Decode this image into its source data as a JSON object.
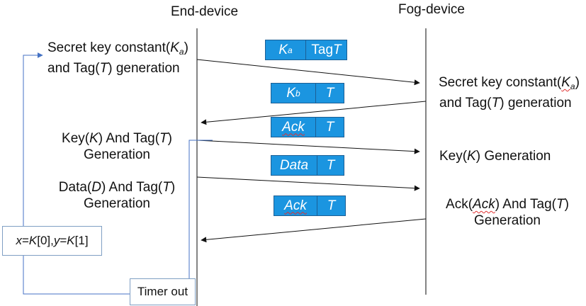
{
  "headers": {
    "end_device": "End-device",
    "fog_device": "Fog-device"
  },
  "end_labels": {
    "secret_line1_pre": "Secret key constant(",
    "secret_sym": "K",
    "secret_sub": "a",
    "secret_line1_post": ")",
    "secret_line2_pre": "and Tag(",
    "secret_line2_sym": "T",
    "secret_line2_post": ") generation",
    "key_line1_a": "Key(",
    "key_line1_k": "K",
    "key_line1_b": ") And Tag(",
    "key_line1_t": "T",
    "key_line1_c": ")",
    "key_line2": "Generation",
    "data_line1_a": "Data(",
    "data_line1_d": "D",
    "data_line1_b": ") And Tag(",
    "data_line1_t": "T",
    "data_line1_c": ")",
    "data_line2": "Generation"
  },
  "fog_labels": {
    "secret_line1_pre": "Secret key constant(",
    "secret_sym": "K",
    "secret_sub": "a",
    "secret_line1_post": ")",
    "secret_line2_pre": "and Tag(",
    "secret_line2_sym": "T",
    "secret_line2_post": ") generation",
    "key_a": "Key(",
    "key_k": "K",
    "key_b": ") Generation",
    "ack_line1_a": "Ack(",
    "ack_line1_ack": "Ack",
    "ack_line1_b": ") And Tag(",
    "ack_line1_t": "T",
    "ack_line1_c": ")",
    "ack_line2": "Generation"
  },
  "messages": [
    {
      "sym": "K",
      "sub": "a",
      "tag": "Tag ",
      "tag_sym": "T"
    },
    {
      "sym": "K",
      "sub": "b",
      "tag_sym": "T"
    },
    {
      "label": "Ack",
      "tag_sym": "T"
    },
    {
      "label": "Data",
      "tag_sym": "T"
    },
    {
      "label": "Ack",
      "tag_sym": "T"
    }
  ],
  "boxes": {
    "xy_x": "x",
    "xy_eq1": " = ",
    "xy_k1": "K",
    "xy_idx1": "[0], ",
    "xy_y": "y",
    "xy_eq2": "= ",
    "xy_k2": "K",
    "xy_idx2": "[1]",
    "timer": "Timer out"
  },
  "colors": {
    "message_fill": "#1b95e0",
    "message_border": "#1c5f95",
    "feedback_line": "#4472c4",
    "squiggle": "#e03030"
  }
}
